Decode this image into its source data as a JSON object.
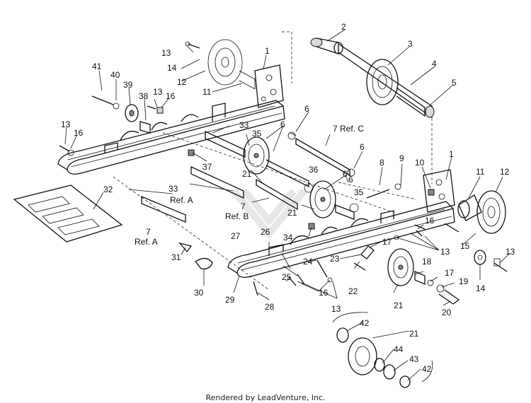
{
  "footer": "Rendered by LeadVenture, Inc.",
  "labels": {
    "l1a": "1",
    "l1b": "1",
    "l2": "2",
    "l3": "3",
    "l4": "4",
    "l5": "5",
    "l6a": "6",
    "l6b": "6",
    "l6c": "6",
    "l6d": "6",
    "l6e": "6",
    "l7c": "7 Ref. C",
    "l7b1": "7",
    "l7b2": "Ref. B",
    "l7a1": "7",
    "l7a2": "Ref. A",
    "l8": "8",
    "l9": "9",
    "l10": "10",
    "l11a": "11",
    "l11b": "11",
    "l12a": "12",
    "l12b": "12",
    "l13a": "13",
    "l13b": "13",
    "l13c": "13",
    "l13d": "13",
    "l13e": "13",
    "l13f": "13",
    "l14a": "14",
    "l14b": "14",
    "l15": "15",
    "l16a": "16",
    "l16b": "16",
    "l16c": "16",
    "l16d": "16",
    "l17a": "17",
    "l17b": "17",
    "l18": "18",
    "l19": "19",
    "l20": "20",
    "l21a": "21",
    "l21b": "21",
    "l21c": "21",
    "l21d": "21",
    "l22": "22",
    "l23": "23",
    "l24": "24",
    "l25": "25",
    "l26": "26",
    "l27": "27",
    "l28": "28",
    "l29": "29",
    "l30": "30",
    "l31": "31",
    "l32": "32",
    "l33a": "33",
    "l33b1": "33",
    "l33b2": "Ref. A",
    "l34": "34",
    "l35a": "35",
    "l35b": "35",
    "l36": "36",
    "l37": "37",
    "l38": "38",
    "l39": "39",
    "l40": "40",
    "l41": "41",
    "l42a": "42",
    "l42b": "42",
    "l43": "43",
    "l44": "44"
  }
}
